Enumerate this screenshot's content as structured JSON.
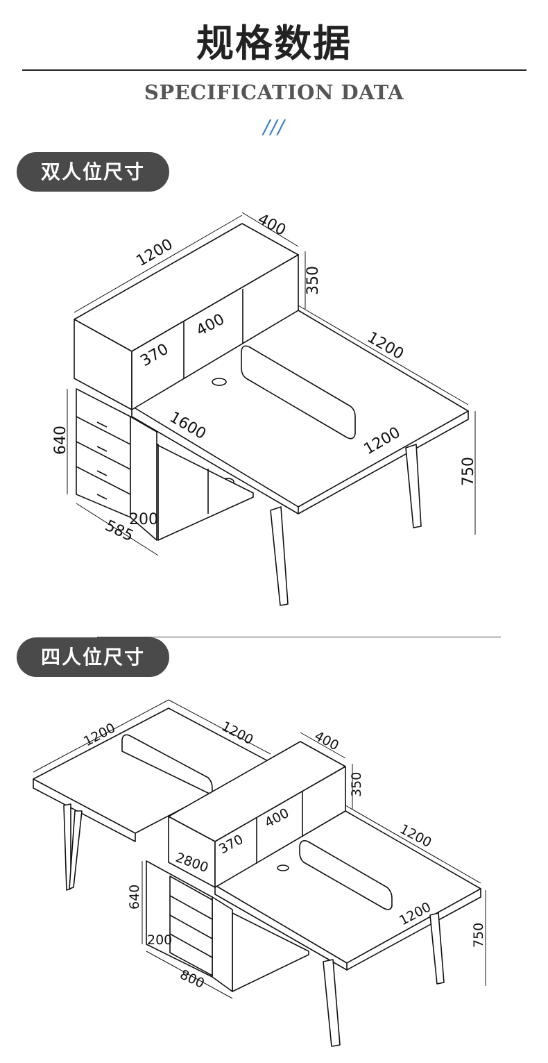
{
  "header": {
    "title": "规格数据",
    "subtitle": "SPECIFICATION DATA",
    "decoration": "///",
    "accent_color": "#3d7fc2"
  },
  "two_person": {
    "label": "双人位尺寸",
    "dimensions": {
      "hutch_length": "1200",
      "hutch_depth": "400",
      "hutch_height": "350",
      "shelf_width": "400",
      "shelf_height": "370",
      "desk_depth": "1200",
      "desk_length": "1600",
      "desk_width": "1200",
      "desk_height": "750",
      "pedestal_height": "640",
      "pedestal_width": "585",
      "cabinet_gap": "200"
    }
  },
  "four_person": {
    "label": "四人位尺寸",
    "dimensions": {
      "left_desk_depth": "1200",
      "left_desk_length": "1200",
      "hutch_depth": "400",
      "hutch_height": "350",
      "shelf_width": "400",
      "shelf_height": "370",
      "total_length": "2800",
      "right_desk_length": "1200",
      "right_desk_depth": "1200",
      "desk_height": "750",
      "pedestal_height": "640",
      "cabinet_gap": "200",
      "cabinet_width": "800"
    }
  },
  "pill_color": "#4a4a4a"
}
